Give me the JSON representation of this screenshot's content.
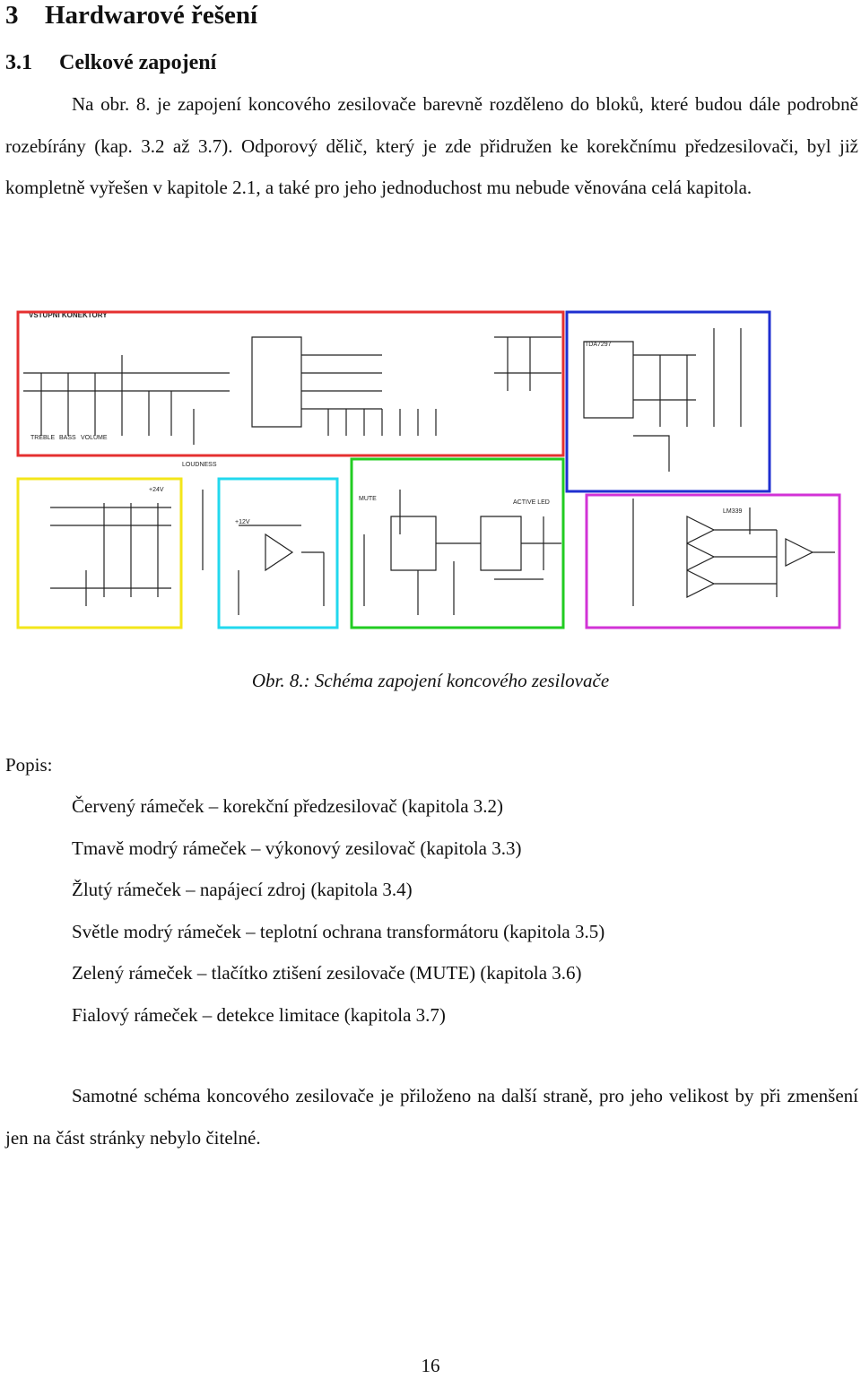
{
  "heading1": {
    "number": "3",
    "title": "Hardwarové řešení"
  },
  "heading2": {
    "number": "3.1",
    "title": "Celkové zapojení"
  },
  "paragraph1": "Na obr. 8. je zapojení koncového zesilovače barevně rozděleno do bloků, které budou dále podrobně rozebírány (kap. 3.2 až 3.7). Odporový dělič, který je zde přidružen ke korekčnímu předzesilovači, byl již kompletně vyřešen v kapitole 2.1, a také pro jeho jednoduchost mu nebude věnována celá kapitola.",
  "figure": {
    "caption": "Obr. 8.: Schéma zapojení koncového zesilovače",
    "frame_colors": {
      "red": "#e53030",
      "dark_blue": "#1f2fd0",
      "yellow": "#f3e61a",
      "light_blue": "#22d8ee",
      "green": "#22cc22",
      "magenta": "#d233d6"
    },
    "labels": {
      "connector": "VSTUPNÍ KONEKTORY",
      "treble": "TREBLE",
      "bass": "BASS",
      "volume": "VOLUME",
      "loudness": "LOUDNESS",
      "tda": "TDA7297",
      "mute": "MUTE",
      "active_led": "ACTIVE LED",
      "supply_24": "+24V",
      "supply_12": "+12V",
      "lm339": "LM339"
    }
  },
  "popis_label": "Popis:",
  "legend": [
    "Červený rámeček – korekční předzesilovač (kapitola 3.2)",
    "Tmavě modrý rámeček – výkonový zesilovač (kapitola 3.3)",
    "Žlutý rámeček – napájecí zdroj (kapitola 3.4)",
    "Světle modrý rámeček – teplotní ochrana transformátoru (kapitola 3.5)",
    "Zelený rámeček – tlačítko ztišení zesilovače (MUTE) (kapitola 3.6)",
    "Fialový rámeček – detekce limitace (kapitola 3.7)"
  ],
  "paragraph2": "Samotné schéma koncového zesilovače je přiloženo na další straně, pro jeho velikost by při zmenšení jen na část stránky nebylo čitelné.",
  "page_number": "16"
}
